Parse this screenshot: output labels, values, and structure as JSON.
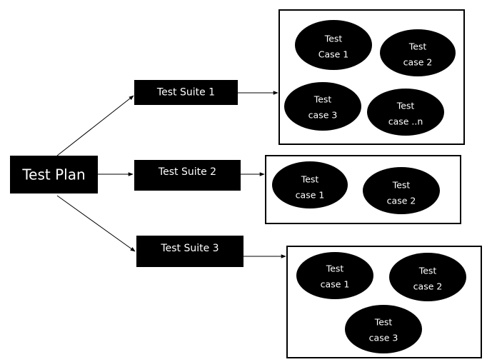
{
  "plan": {
    "label": "Test Plan"
  },
  "suites": [
    {
      "label": "Test Suite 1",
      "cases": [
        {
          "line1": "Test",
          "line2": "Case 1"
        },
        {
          "line1": "Test",
          "line2": "case 2"
        },
        {
          "line1": "Test",
          "line2": "case 3"
        },
        {
          "line1": "Test",
          "line2": "case ..n"
        }
      ]
    },
    {
      "label": "Test Suite 2",
      "cases": [
        {
          "line1": "Test",
          "line2": "case 1"
        },
        {
          "line1": "Test",
          "line2": "case 2"
        }
      ]
    },
    {
      "label": "Test Suite 3",
      "cases": [
        {
          "line1": "Test",
          "line2": "case 1"
        },
        {
          "line1": "Test",
          "line2": "case 2"
        },
        {
          "line1": "Test",
          "line2": "case 3"
        }
      ]
    }
  ],
  "colors": {
    "node": "#000000",
    "text": "#ffffff",
    "line": "#000000",
    "background": "#ffffff"
  }
}
